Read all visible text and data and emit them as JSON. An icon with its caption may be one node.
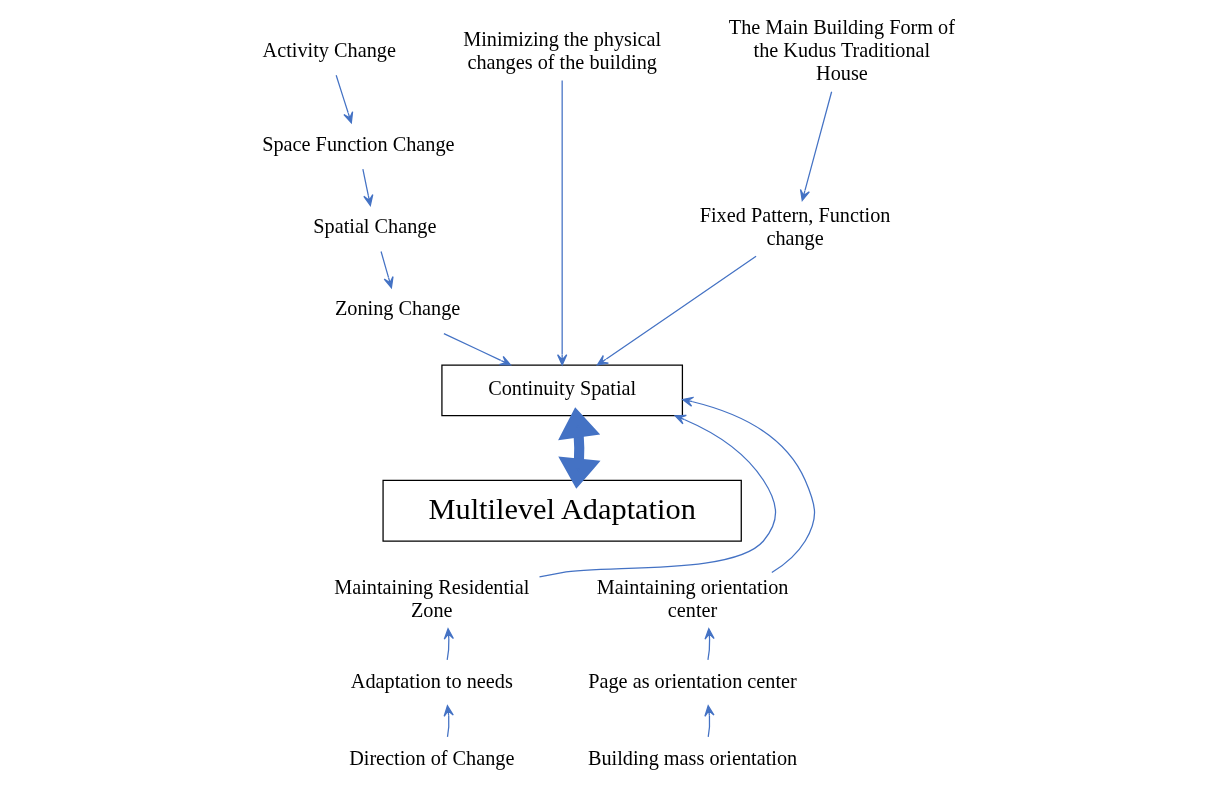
{
  "diagram": {
    "nodes": [
      {
        "text": [
          "Activity Change"
        ]
      },
      {
        "text": [
          "Space Function Change"
        ]
      },
      {
        "text": [
          "Spatial Change"
        ]
      },
      {
        "text": [
          "Zoning Change"
        ]
      },
      {
        "text": [
          "Minimizing the physical changes of the building"
        ]
      },
      {
        "text": [
          "The Main Building Form of the Kudus Traditional House"
        ]
      },
      {
        "text": [
          "Fixed Pattern, Function change"
        ]
      },
      {
        "text": [
          "Continuity Spatial"
        ]
      },
      {
        "text": [
          "Maintaining Residential Zone"
        ]
      },
      {
        "text": [
          "Multilevel Adaptation"
        ]
      },
      {
        "text": [
          "Maintaining orientation center"
        ]
      },
      {
        "text": [
          "Adaptation to needs"
        ]
      },
      {
        "text": [
          "Page as orientation center"
        ]
      },
      {
        "text": [
          "Direction of Change"
        ]
      },
      {
        "text": [
          "Building mass orientation"
        ]
      }
    ],
    "edges": [
      {
        "from": 0,
        "to": 1,
        "arrow": "to"
      },
      {
        "from": 1,
        "to": 2,
        "arrow": "to"
      },
      {
        "from": 2,
        "to": 3,
        "arrow": "to"
      },
      {
        "from": 3,
        "to": 7,
        "arrow": "to"
      },
      {
        "from": 4,
        "to": 7,
        "arrow": "to"
      },
      {
        "from": 5,
        "to": 6,
        "arrow": "to"
      },
      {
        "from": 6,
        "to": 7,
        "arrow": "to"
      },
      {
        "from": 8,
        "to": 7,
        "arrow": "to"
      },
      {
        "from": 11,
        "to": 8,
        "arrow": "to"
      },
      {
        "from": 13,
        "to": 11,
        "arrow": "to"
      },
      {
        "from": 10,
        "to": 7,
        "arrow": "to"
      },
      {
        "from": 12,
        "to": 10,
        "arrow": "to"
      },
      {
        "from": 14,
        "to": 12,
        "arrow": "to"
      },
      {
        "from": 7,
        "to": 9,
        "arrow": "both",
        "style": "thick"
      }
    ]
  }
}
